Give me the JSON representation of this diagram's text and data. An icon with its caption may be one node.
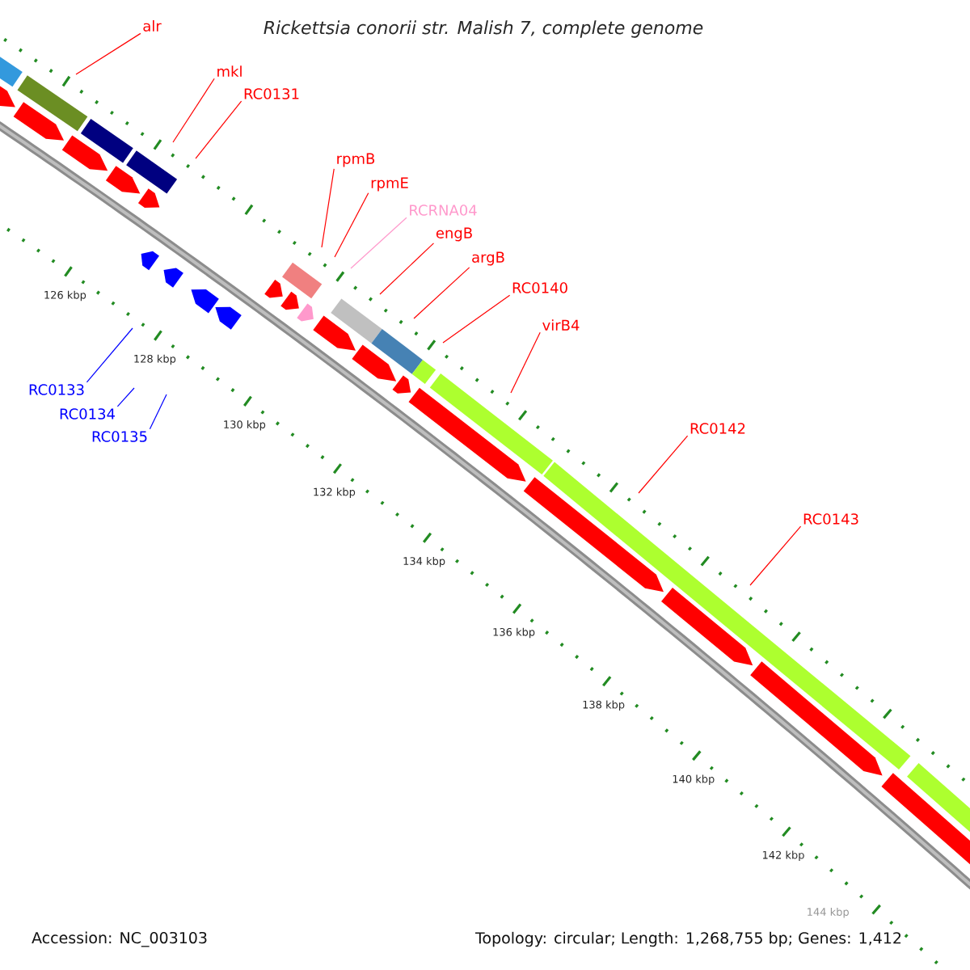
{
  "diagram": {
    "title": "Rickettsia conorii str. Malish 7, complete genome",
    "nodes": [
      {
        "text": [
          "alr"
        ]
      },
      {
        "text": [
          "mkl"
        ]
      },
      {
        "text": [
          "RC0131"
        ]
      },
      {
        "text": [
          "rpmB"
        ]
      },
      {
        "text": [
          "rpmE"
        ]
      },
      {
        "text": [
          "RCRNA04"
        ]
      },
      {
        "text": [
          "engB"
        ]
      },
      {
        "text": [
          "argB"
        ]
      },
      {
        "text": [
          "RC0140"
        ]
      },
      {
        "text": [
          "virB4"
        ]
      },
      {
        "text": [
          "RC0133"
        ]
      },
      {
        "text": [
          "RC0134"
        ]
      },
      {
        "text": [
          "RC0135"
        ]
      },
      {
        "text": [
          "RC0142"
        ]
      },
      {
        "text": [
          "RC0143"
        ]
      }
    ],
    "edges": [
      {
        "from": 0,
        "to": null,
        "arrow": "none"
      },
      {
        "from": 1,
        "to": null,
        "arrow": "none"
      },
      {
        "from": 2,
        "to": null,
        "arrow": "none"
      },
      {
        "from": 3,
        "to": null,
        "arrow": "none"
      },
      {
        "from": 4,
        "to": null,
        "arrow": "none"
      },
      {
        "from": 5,
        "to": null,
        "arrow": "none",
        "color": "#ff99cc"
      },
      {
        "from": 6,
        "to": null,
        "arrow": "none"
      },
      {
        "from": 7,
        "to": null,
        "arrow": "none"
      },
      {
        "from": 8,
        "to": null,
        "arrow": "none"
      },
      {
        "from": 9,
        "to": null,
        "arrow": "none"
      },
      {
        "from": 10,
        "to": null,
        "arrow": "none",
        "color": "#0000ff"
      },
      {
        "from": 11,
        "to": null,
        "arrow": "none",
        "color": "#0000ff"
      },
      {
        "from": 12,
        "to": null,
        "arrow": "none",
        "color": "#0000ff"
      },
      {
        "from": 13,
        "to": null,
        "arrow": "none"
      },
      {
        "from": 14,
        "to": null,
        "arrow": "none"
      }
    ],
    "labels": [
      "126 kbp",
      "128 kbp",
      "130 kbp",
      "132 kbp",
      "134 kbp",
      "136 kbp",
      "138 kbp",
      "140 kbp",
      "142 kbp",
      "144 kbp",
      "Accession: NC_003103",
      "Topology: circular; Length: 1,268,755 bp; Genes: 1,412"
    ]
  }
}
